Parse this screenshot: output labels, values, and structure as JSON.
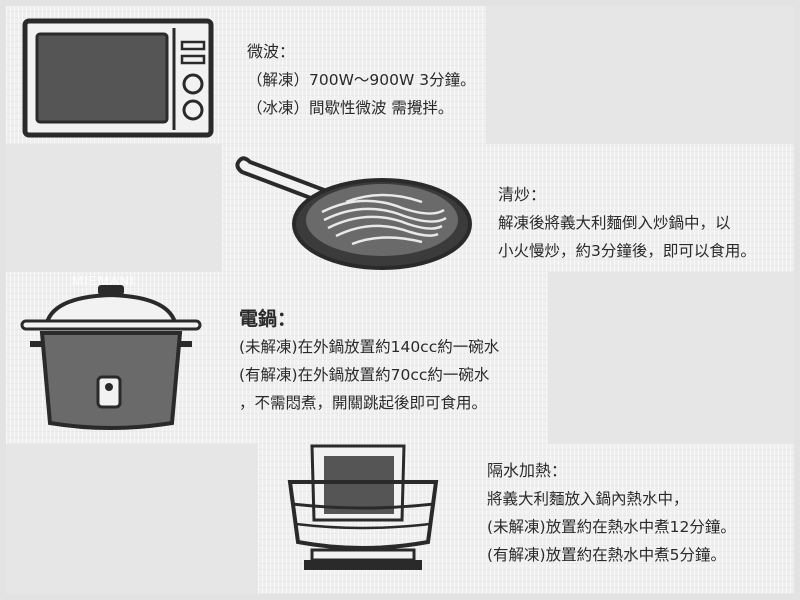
{
  "watermark": "MIEMANI",
  "sections": [
    {
      "id": "microwave",
      "icon": "microwave-icon",
      "title": "微波：",
      "lines": [
        "（解凍）700W～900W 3分鐘。",
        "（冰凍）間歇性微波 需攪拌。"
      ]
    },
    {
      "id": "stirfry",
      "icon": "frying-pan-icon",
      "title": "清炒：",
      "lines": [
        "解凍後將義大利麵倒入炒鍋中，以",
        "小火慢炒，約3分鐘後，即可以食用。"
      ]
    },
    {
      "id": "rice-cooker",
      "icon": "rice-cooker-icon",
      "title": "電鍋：",
      "lines": [
        "(未解凍)在外鍋放置約140cc約一碗水",
        "(有解凍)在外鍋放置約70cc約一碗水",
        "，不需悶煮，開關跳起後即可食用。"
      ]
    },
    {
      "id": "water-bath",
      "icon": "pot-with-bag-icon",
      "title": "隔水加熱：",
      "lines": [
        "將義大利麵放入鍋內熱水中，",
        "(未解凍)放置約在熱水中煮12分鐘。",
        "(有解凍)放置約在熱水中煮5分鐘。"
      ]
    }
  ]
}
